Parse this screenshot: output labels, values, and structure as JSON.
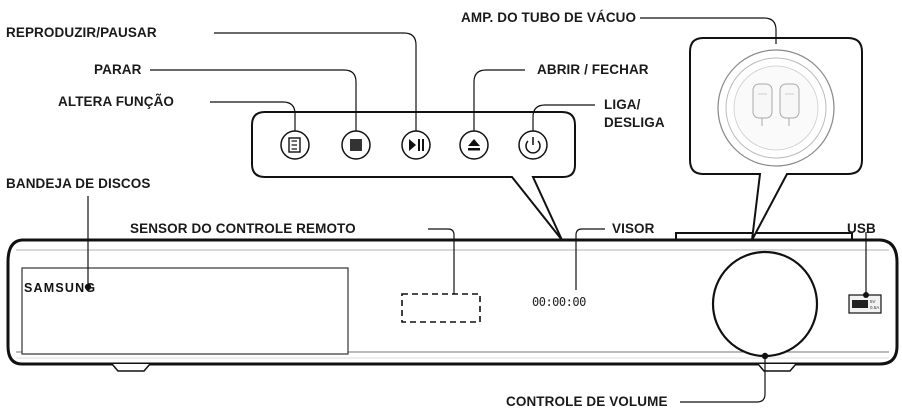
{
  "labels": {
    "play_pause": "REPRODUZIR/PAUSAR",
    "stop": "PARAR",
    "function": "ALTERA FUNÇÃO",
    "vacuum_tube": "AMP. DO TUBO DE VÁCUO",
    "open_close": "ABRIR / FECHAR",
    "power_line1": "LIGA/",
    "power_line2": "DESLIGA",
    "disc_tray": "BANDEJA DE DISCOS",
    "remote_sensor": "SENSOR DO CONTROLE REMOTO",
    "display": "VISOR",
    "usb": "USB",
    "volume": "CONTROLE DE VOLUME"
  },
  "device": {
    "brand": "SAMSUNG",
    "display_readout": "00:00:00",
    "usb_spec_line1": "5V",
    "usb_spec_line2": "0.5A"
  }
}
